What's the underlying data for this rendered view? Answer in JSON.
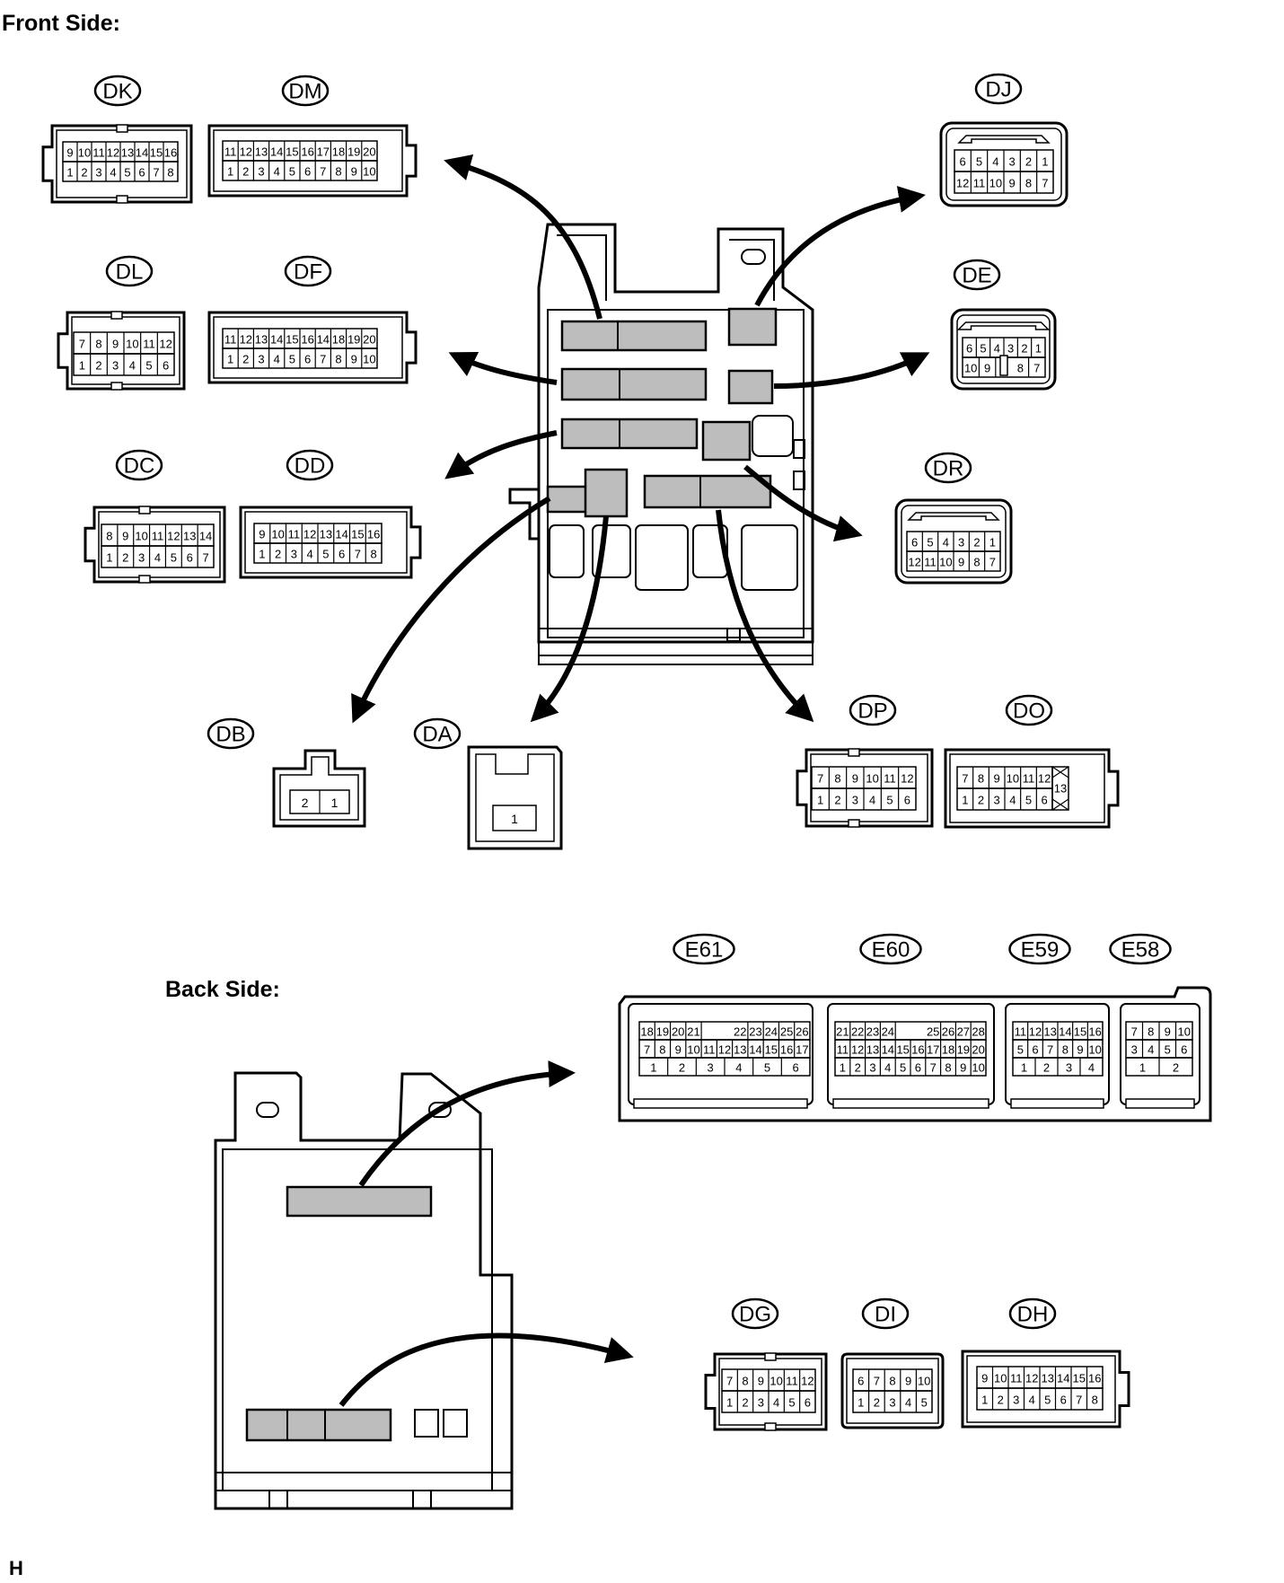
{
  "sections": {
    "front": "Front Side:",
    "back": "Back Side:",
    "corner": "H"
  },
  "connectors": {
    "DK": {
      "label": "DK",
      "top": [
        "9",
        "10",
        "11",
        "12",
        "13",
        "14",
        "15",
        "16"
      ],
      "bottom": [
        "1",
        "2",
        "3",
        "4",
        "5",
        "6",
        "7",
        "8"
      ]
    },
    "DM": {
      "label": "DM",
      "top": [
        "11",
        "12",
        "13",
        "14",
        "15",
        "16",
        "17",
        "18",
        "19",
        "20"
      ],
      "bottom": [
        "1",
        "2",
        "3",
        "4",
        "5",
        "6",
        "7",
        "8",
        "9",
        "10"
      ]
    },
    "DL": {
      "label": "DL",
      "top": [
        "7",
        "8",
        "9",
        "10",
        "11",
        "12"
      ],
      "bottom": [
        "1",
        "2",
        "3",
        "4",
        "5",
        "6"
      ]
    },
    "DF": {
      "label": "DF",
      "top": [
        "11",
        "12",
        "13",
        "14",
        "15",
        "16",
        "14",
        "18",
        "19",
        "20"
      ],
      "bottom": [
        "1",
        "2",
        "3",
        "4",
        "5",
        "6",
        "7",
        "8",
        "9",
        "10"
      ]
    },
    "DC": {
      "label": "DC",
      "top": [
        "8",
        "9",
        "10",
        "11",
        "12",
        "13",
        "14"
      ],
      "bottom": [
        "1",
        "2",
        "3",
        "4",
        "5",
        "6",
        "7"
      ]
    },
    "DD": {
      "label": "DD",
      "top": [
        "9",
        "10",
        "11",
        "12",
        "13",
        "14",
        "15",
        "16"
      ],
      "bottom": [
        "1",
        "2",
        "3",
        "4",
        "5",
        "6",
        "7",
        "8"
      ]
    },
    "DJ": {
      "label": "DJ",
      "top": [
        "6",
        "5",
        "4",
        "3",
        "2",
        "1"
      ],
      "bottom": [
        "12",
        "11",
        "10",
        "9",
        "8",
        "7"
      ]
    },
    "DE": {
      "label": "DE",
      "top": [
        "6",
        "5",
        "4",
        "3",
        "2",
        "1"
      ],
      "bottom": [
        "10",
        "9",
        "",
        "8",
        "7"
      ]
    },
    "DR": {
      "label": "DR",
      "top": [
        "6",
        "5",
        "4",
        "3",
        "2",
        "1"
      ],
      "bottom": [
        "12",
        "11",
        "10",
        "9",
        "8",
        "7"
      ]
    },
    "DB": {
      "label": "DB",
      "pins": [
        "2",
        "1"
      ]
    },
    "DA": {
      "label": "DA",
      "pins": [
        "1"
      ]
    },
    "DP": {
      "label": "DP",
      "top": [
        "7",
        "8",
        "9",
        "10",
        "11",
        "12"
      ],
      "bottom": [
        "1",
        "2",
        "3",
        "4",
        "5",
        "6"
      ]
    },
    "DO": {
      "label": "DO",
      "top": [
        "7",
        "8",
        "9",
        "10",
        "11",
        "12"
      ],
      "bottom": [
        "1",
        "2",
        "3",
        "4",
        "5",
        "6"
      ],
      "side": "13"
    },
    "E61": {
      "label": "E61",
      "r1": [
        "18",
        "19",
        "20",
        "21",
        "",
        "",
        "22",
        "23",
        "24",
        "25",
        "26"
      ],
      "r2": [
        "7",
        "8",
        "9",
        "10",
        "11",
        "12",
        "13",
        "14",
        "15",
        "16",
        "17"
      ],
      "r3": [
        "1",
        "2",
        "3",
        "4",
        "5",
        "6"
      ]
    },
    "E60": {
      "label": "E60",
      "r1": [
        "21",
        "22",
        "23",
        "24",
        "",
        "",
        "25",
        "26",
        "27",
        "28"
      ],
      "r2": [
        "11",
        "12",
        "13",
        "14",
        "15",
        "16",
        "17",
        "18",
        "19",
        "20"
      ],
      "r3": [
        "1",
        "2",
        "3",
        "4",
        "5",
        "6",
        "7",
        "8",
        "9",
        "10"
      ]
    },
    "E59": {
      "label": "E59",
      "r1": [
        "11",
        "12",
        "13",
        "14",
        "15",
        "16"
      ],
      "r2": [
        "5",
        "6",
        "7",
        "8",
        "9",
        "10"
      ],
      "r3": [
        "1",
        "2",
        "3",
        "4"
      ]
    },
    "E58": {
      "label": "E58",
      "r1": [
        "7",
        "8",
        "9",
        "10"
      ],
      "r2": [
        "3",
        "4",
        "5",
        "6"
      ],
      "r3": [
        "1",
        "2"
      ]
    },
    "DG": {
      "label": "DG",
      "top": [
        "7",
        "8",
        "9",
        "10",
        "11",
        "12"
      ],
      "bottom": [
        "1",
        "2",
        "3",
        "4",
        "5",
        "6"
      ]
    },
    "DI": {
      "label": "DI",
      "top": [
        "6",
        "7",
        "8",
        "9",
        "10"
      ],
      "bottom": [
        "1",
        "2",
        "3",
        "4",
        "5"
      ]
    },
    "DH": {
      "label": "DH",
      "top": [
        "9",
        "10",
        "11",
        "12",
        "13",
        "14",
        "15",
        "16"
      ],
      "bottom": [
        "1",
        "2",
        "3",
        "4",
        "5",
        "6",
        "7",
        "8"
      ]
    }
  }
}
